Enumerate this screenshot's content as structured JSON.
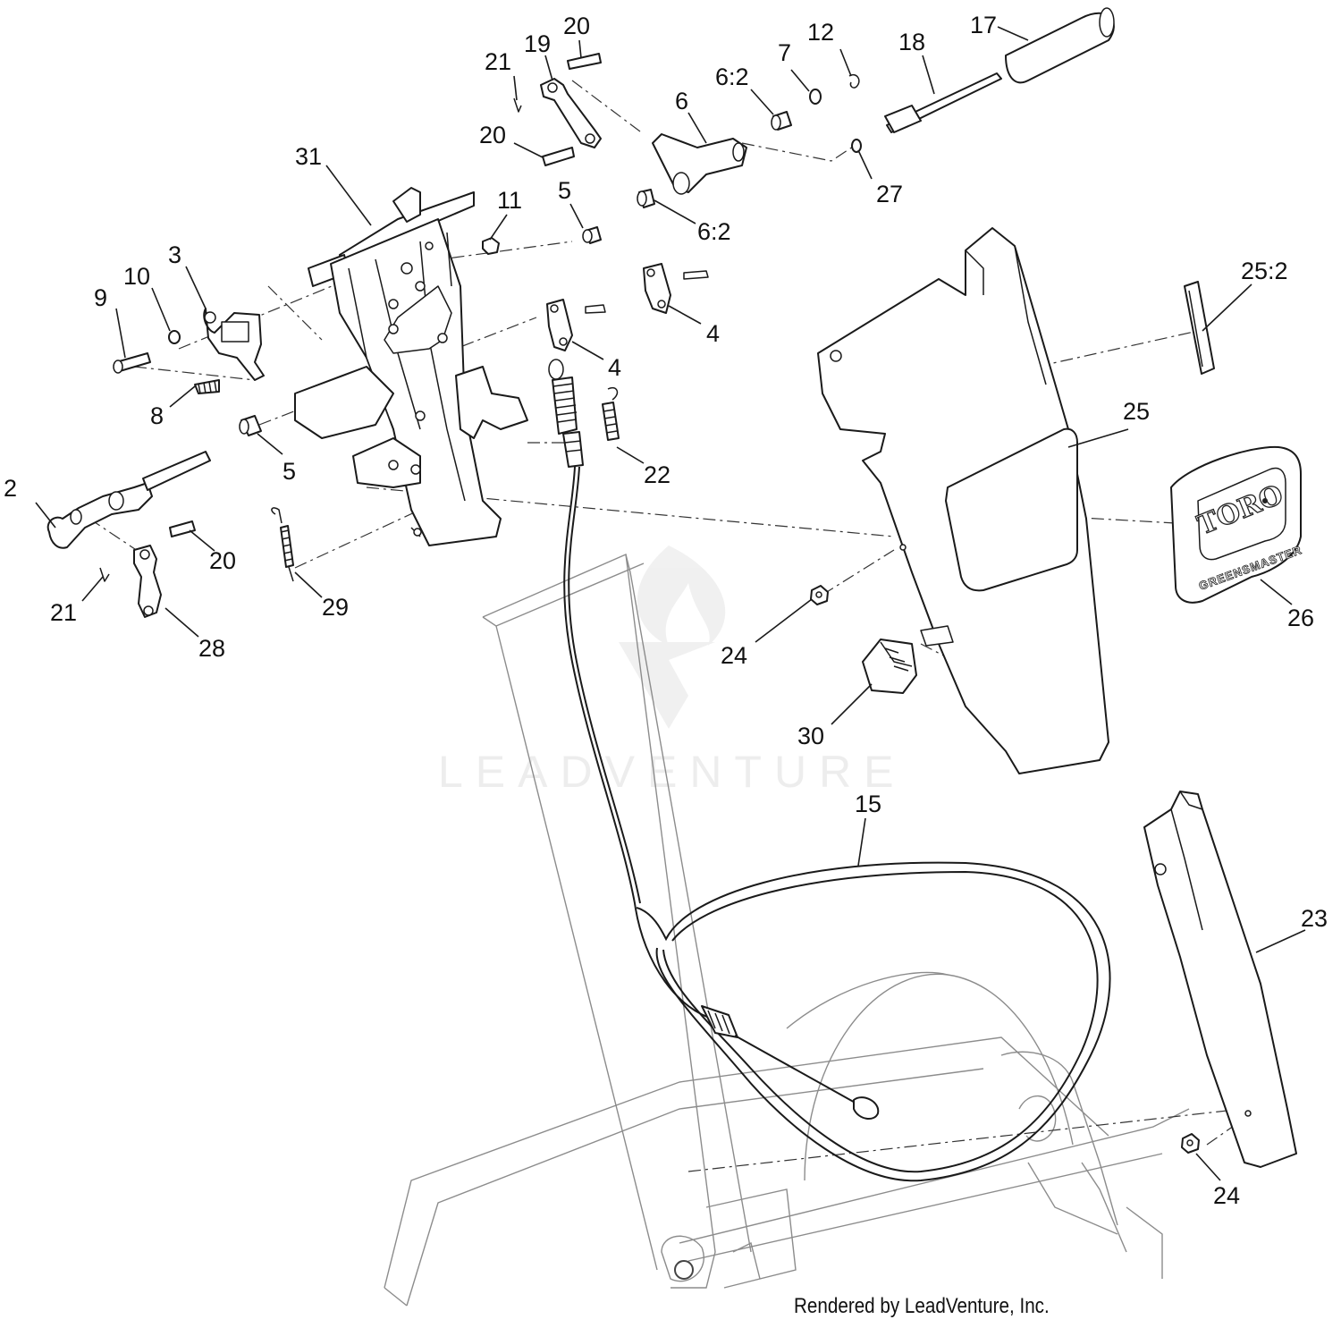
{
  "callouts": [
    {
      "id": "c-2",
      "text": "2"
    },
    {
      "id": "c-3",
      "text": "3"
    },
    {
      "id": "c-4a",
      "text": "4"
    },
    {
      "id": "c-4b",
      "text": "4"
    },
    {
      "id": "c-5a",
      "text": "5"
    },
    {
      "id": "c-5b",
      "text": "5"
    },
    {
      "id": "c-6",
      "text": "6"
    },
    {
      "id": "c-6-2a",
      "text": "6:2"
    },
    {
      "id": "c-6-2b",
      "text": "6:2"
    },
    {
      "id": "c-7",
      "text": "7"
    },
    {
      "id": "c-8",
      "text": "8"
    },
    {
      "id": "c-9",
      "text": "9"
    },
    {
      "id": "c-10",
      "text": "10"
    },
    {
      "id": "c-11",
      "text": "11"
    },
    {
      "id": "c-12",
      "text": "12"
    },
    {
      "id": "c-15",
      "text": "15"
    },
    {
      "id": "c-17",
      "text": "17"
    },
    {
      "id": "c-18",
      "text": "18"
    },
    {
      "id": "c-19",
      "text": "19"
    },
    {
      "id": "c-20a",
      "text": "20"
    },
    {
      "id": "c-20b",
      "text": "20"
    },
    {
      "id": "c-20c",
      "text": "20"
    },
    {
      "id": "c-21a",
      "text": "21"
    },
    {
      "id": "c-21b",
      "text": "21"
    },
    {
      "id": "c-22",
      "text": "22"
    },
    {
      "id": "c-23",
      "text": "23"
    },
    {
      "id": "c-24a",
      "text": "24"
    },
    {
      "id": "c-24b",
      "text": "24"
    },
    {
      "id": "c-25",
      "text": "25"
    },
    {
      "id": "c-25-2",
      "text": "25:2"
    },
    {
      "id": "c-26",
      "text": "26"
    },
    {
      "id": "c-27",
      "text": "27"
    },
    {
      "id": "c-28",
      "text": "28"
    },
    {
      "id": "c-29",
      "text": "29"
    },
    {
      "id": "c-30",
      "text": "30"
    },
    {
      "id": "c-31",
      "text": "31"
    }
  ],
  "decal": {
    "brand": "TORO",
    "model": "GREENSMASTER"
  },
  "watermark": {
    "text": "LEADVENTURE"
  },
  "credit": "Rendered by LeadVenture, Inc."
}
